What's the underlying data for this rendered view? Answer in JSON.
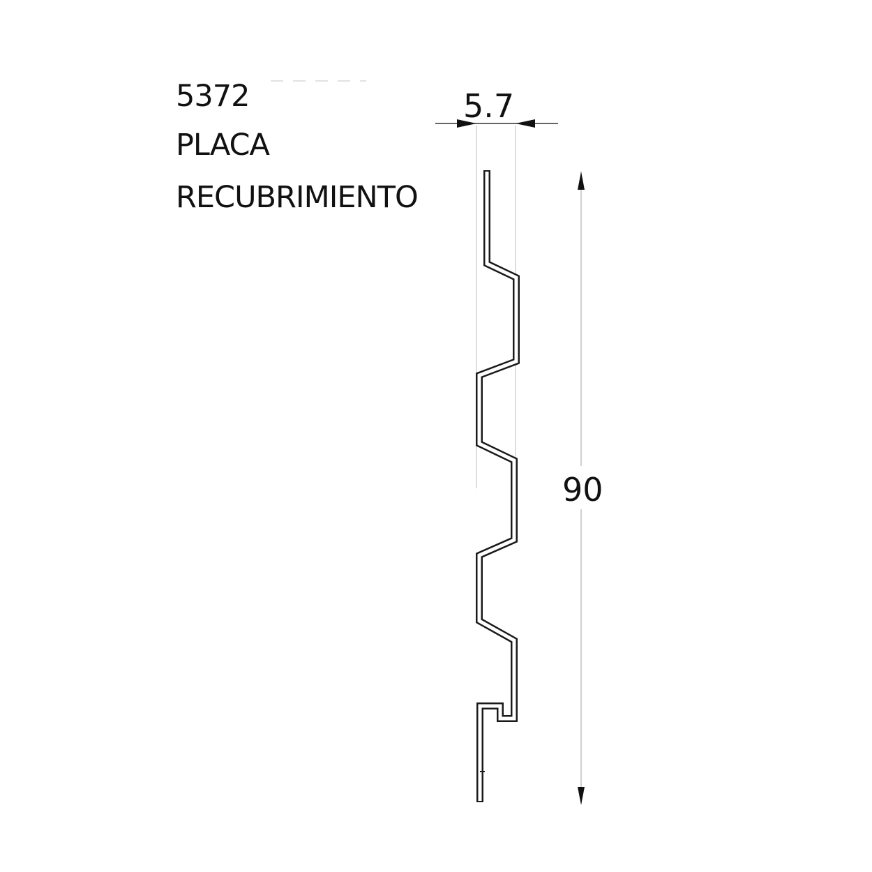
{
  "title": {
    "code": "5372",
    "line1": "PLACA",
    "line2": "RECUBRIMIENTO"
  },
  "dimensions": {
    "width_label": "5.7",
    "height_label": "90"
  },
  "colors": {
    "profile": "#1a1a1a",
    "background": "#ffffff",
    "dimension_line": "#bdbdbd"
  }
}
